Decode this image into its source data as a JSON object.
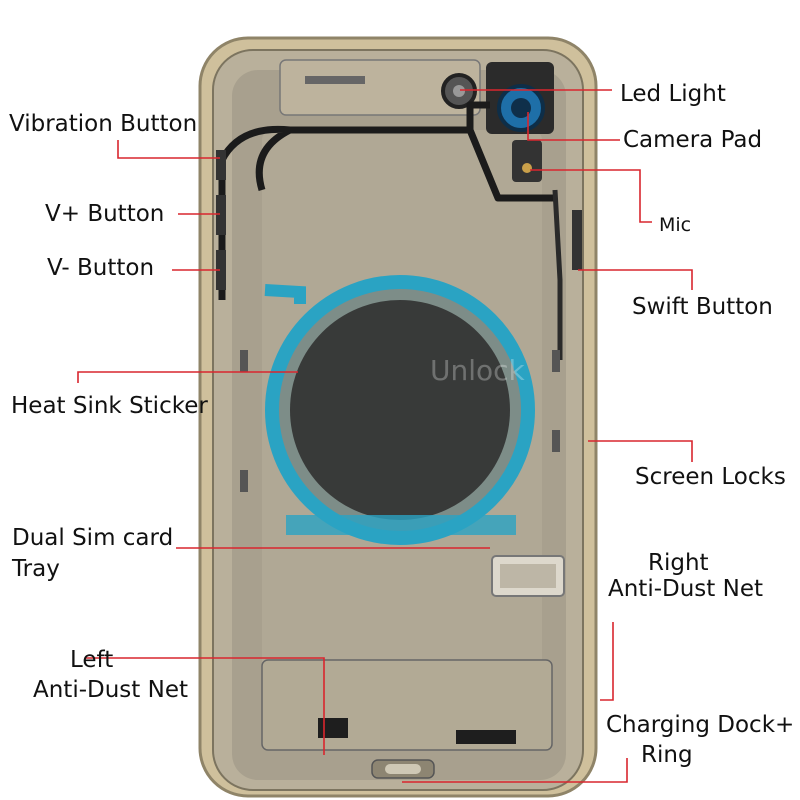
{
  "labels": {
    "vibration_button": "Vibration Button",
    "v_plus_button": "V+ Button",
    "v_minus_button": "V- Button",
    "heat_sink_sticker": "Heat Sink Sticker",
    "dual_sim_tray_line1": "Dual Sim card",
    "dual_sim_tray_line2": "Tray",
    "left_dust_net_line1": "Left",
    "left_dust_net_line2": "Anti-Dust Net",
    "led_light": "Led Light",
    "camera_pad": "Camera Pad",
    "mic": "Mic",
    "swift_button": "Swift Button",
    "screen_locks": "Screen Locks",
    "right_dust_net_line1": "Right",
    "right_dust_net_line2": "Anti-Dust Net",
    "charging_dock_line1": "Charging Dock+",
    "charging_dock_line2": "Ring"
  },
  "watermark": "Unlock",
  "colors": {
    "leader_line": "#d9262e",
    "frame": "#cbbb96",
    "plate": "#a79f8d",
    "ring": "#2aa3c3",
    "flex_cable": "#1c1c1c"
  }
}
